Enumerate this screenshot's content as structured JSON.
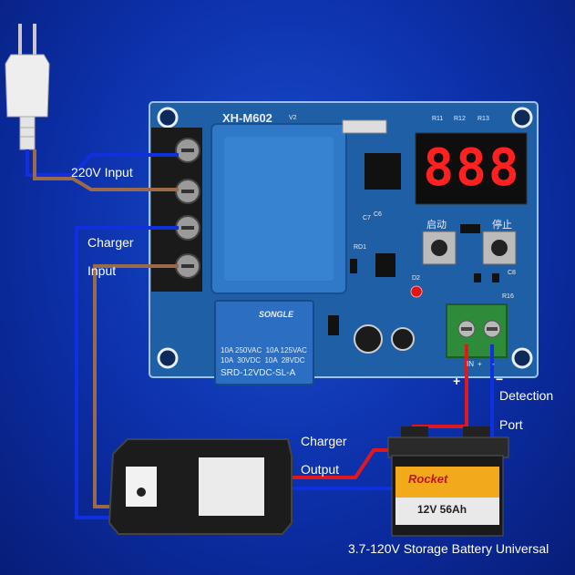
{
  "board": {
    "model": "XH-M602",
    "version": "V2",
    "start_label": "启动",
    "stop_label": "停止",
    "display_digits": "888",
    "pin_labels": [
      "IN",
      "+",
      "-"
    ],
    "component_labels": {
      "r11": "R11",
      "r12": "R12",
      "r13": "R13",
      "c6": "C6",
      "c7": "C7",
      "c8": "C8",
      "rd1": "RD1",
      "d2": "D2",
      "r16": "R16"
    }
  },
  "relay": {
    "brand": "SONGLE",
    "rating_line1": "10A 250VAC  10A 125VAC",
    "rating_line2": "10A  30VDC  10A  28VDC",
    "model": "SRD-12VDC-SL-A"
  },
  "labels": {
    "input_220v": "220V Input",
    "charger_input_1": "Charger",
    "charger_input_2": "Input",
    "charger_output_1": "Charger",
    "charger_output_2": "Output",
    "detection_port_1": "Detection",
    "detection_port_2": "Port",
    "battery_caption": "3.7-120V Storage Battery Universal",
    "plus_sign": "+",
    "minus_sign": "−"
  },
  "battery": {
    "brand": "Rocket",
    "spec": "12V 56Ah"
  },
  "colors": {
    "background": "#0c2fa8",
    "pcb": "#1f5fa6",
    "wire_red": "#e0181c",
    "wire_blue": "#1030e0",
    "wire_brown": "#9a6a4a",
    "terminal_green": "#2e8b3a",
    "display_red": "#ff2020"
  }
}
